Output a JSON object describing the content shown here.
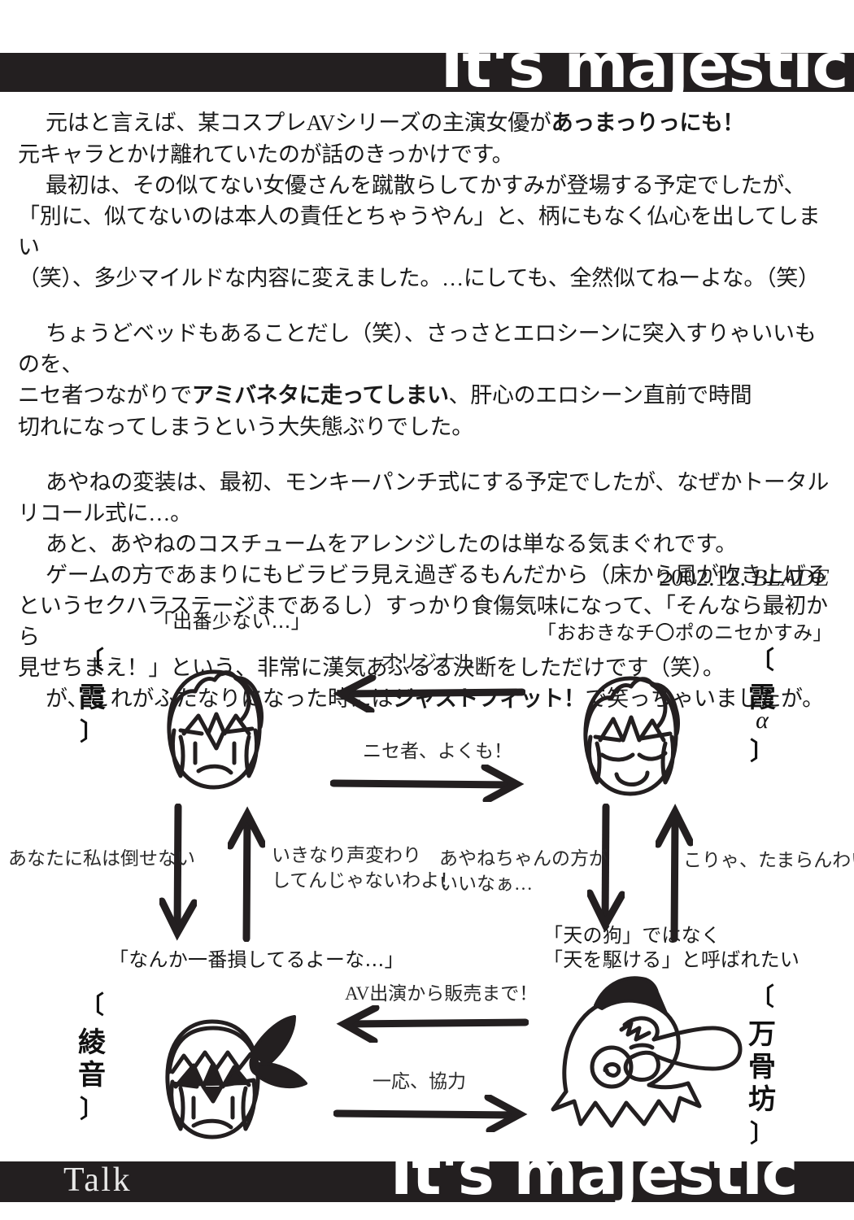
{
  "header": {
    "title": "It's majestic"
  },
  "footer": {
    "left_label": "Talk",
    "title": "It's majestic"
  },
  "essay": {
    "paragraphs": [
      {
        "lines": [
          [
            {
              "t": "indent"
            },
            {
              "t": "text",
              "v": "元はと言えば、某コスプレAVシリーズの主演女優が"
            },
            {
              "t": "em",
              "v": "あっまっりっにも！"
            }
          ],
          [
            {
              "t": "text",
              "v": "元キャラとかけ離れていたのが話のきっかけです。"
            }
          ],
          [
            {
              "t": "indent"
            },
            {
              "t": "text",
              "v": "最初は、その似てない女優さんを蹴散らしてかすみが登場する予定でしたが、"
            }
          ],
          [
            {
              "t": "text",
              "v": "「別に、似てないのは本人の責任とちゃうやん」と、柄にもなく仏心を出してしまい"
            }
          ],
          [
            {
              "t": "text",
              "v": "（笑）、多少マイルドな内容に変えました。…にしても、全然似てねーよな。（笑）"
            }
          ]
        ]
      },
      {
        "lines": [
          [
            {
              "t": "indent"
            },
            {
              "t": "text",
              "v": "ちょうどベッドもあることだし（笑）、さっさとエロシーンに突入すりゃいいものを、"
            }
          ],
          [
            {
              "t": "text",
              "v": "ニセ者つながりで"
            },
            {
              "t": "em",
              "v": "アミバネタに走ってしまい"
            },
            {
              "t": "text",
              "v": "、肝心のエロシーン直前で時間"
            }
          ],
          [
            {
              "t": "text",
              "v": "切れになってしまうという大失態ぶりでした。"
            }
          ]
        ]
      },
      {
        "lines": [
          [
            {
              "t": "indent"
            },
            {
              "t": "text",
              "v": "あやねの変装は、最初、モンキーパンチ式にする予定でしたが、なぜかトータル"
            }
          ],
          [
            {
              "t": "text",
              "v": "リコール式に…。"
            }
          ],
          [
            {
              "t": "indent"
            },
            {
              "t": "text",
              "v": "あと、あやねのコスチュームをアレンジしたのは単なる気まぐれです。"
            }
          ],
          [
            {
              "t": "indent"
            },
            {
              "t": "text",
              "v": "ゲームの方であまりにもビラビラ見え過ぎるもんだから（床から風が吹き上げる"
            }
          ],
          [
            {
              "t": "text",
              "v": "というセクハラステージまであるし）すっかり食傷気味になって、「そんなら最初から"
            }
          ],
          [
            {
              "t": "text",
              "v": "見せちまえ！」という、非常に漢気あふるる決断をしただけです（笑）。"
            }
          ],
          [
            {
              "t": "indent"
            },
            {
              "t": "text",
              "v": "が、これがふたなりになった時には"
            },
            {
              "t": "em",
              "v": "ジャストフィット！"
            },
            {
              "t": "text",
              "v": "で笑っちゃいましたが。"
            }
          ]
        ]
      }
    ],
    "signature_date": "2002.12.",
    "signature_author": "BLADE"
  },
  "diagram": {
    "nodes": [
      {
        "id": "kasumi",
        "name_chars": "霞",
        "name_alpha": "",
        "bracket_open": "「",
        "bracket_close": "」",
        "quote": "「出番少ない…」"
      },
      {
        "id": "kasumi-alpha",
        "name_chars": "霞",
        "name_alpha": "α",
        "quote": "「おおきなチ〇ポのニセかすみ」"
      },
      {
        "id": "ayane",
        "name_chars": "綾音",
        "name_alpha": "",
        "quote": "「なんか一番損してるよーな…」"
      },
      {
        "id": "bankotsubou",
        "name_chars": "万骨坊",
        "name_alpha": "",
        "quote_line1": "「天の狗」ではなく",
        "quote_line2": "「天を駆ける」と呼ばれたい"
      }
    ],
    "arrows": [
      {
        "id": "top-left",
        "label": "オリジナル",
        "direction": "left"
      },
      {
        "id": "top-right",
        "label": "ニセ者、よくも！",
        "direction": "right"
      },
      {
        "id": "left-down",
        "label": "あなたに私は倒せない",
        "direction": "down"
      },
      {
        "id": "left-up",
        "label_line1": "いきなり声変わり",
        "label_line2": "してんじゃないわよ！",
        "direction": "up"
      },
      {
        "id": "right-down",
        "label_line1": "あやねちゃんの方が",
        "label_line2": "いいなぁ…",
        "direction": "down"
      },
      {
        "id": "right-up",
        "label": "こりゃ、たまらんわい！",
        "direction": "up"
      },
      {
        "id": "bottom-left",
        "label": "AV出演から販売まで！",
        "direction": "left"
      },
      {
        "id": "bottom-right",
        "label": "一応、協力",
        "direction": "right"
      }
    ]
  },
  "colors": {
    "ink": "#231f20",
    "paper": "#ffffff"
  }
}
